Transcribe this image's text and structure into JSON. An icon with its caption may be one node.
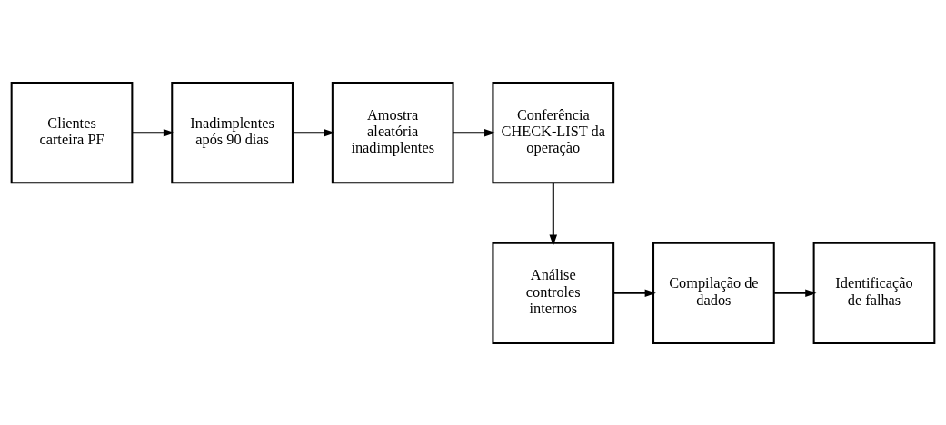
{
  "diagram": {
    "nodes": [
      {
        "text": [
          "Clientes carteira PF"
        ]
      },
      {
        "text": [
          "Inadimplentes após 90 dias"
        ]
      },
      {
        "text": [
          "Amostra aleatória inadimplentes"
        ]
      },
      {
        "text": [
          "Conferência CHECK-LIST da operação"
        ]
      },
      {
        "text": [
          "Análise controles internos"
        ]
      },
      {
        "text": [
          "Compilação de dados"
        ]
      },
      {
        "text": [
          "Identificação de falhas"
        ]
      }
    ],
    "edges": [
      {
        "from": 0,
        "to": 1,
        "arrow": "to"
      },
      {
        "from": 1,
        "to": 2,
        "arrow": "to"
      },
      {
        "from": 2,
        "to": 3,
        "arrow": "to"
      },
      {
        "from": 3,
        "to": 4,
        "arrow": "to"
      },
      {
        "from": 4,
        "to": 5,
        "arrow": "to"
      },
      {
        "from": 5,
        "to": 6,
        "arrow": "to"
      }
    ]
  }
}
